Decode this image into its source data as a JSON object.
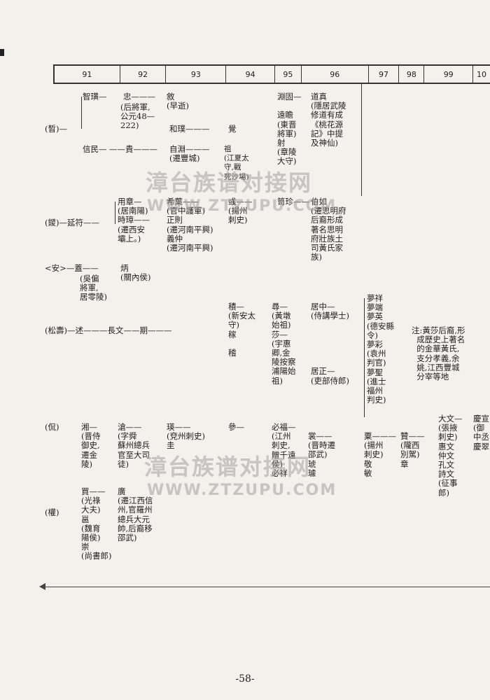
{
  "generations": [
    "91",
    "92",
    "93",
    "94",
    "95",
    "96",
    "97",
    "98",
    "99",
    "10"
  ],
  "texts": {
    "c1": "(晳)—",
    "c2": "智璜—",
    "c3": "信民—",
    "c4": "忠———",
    "c5": "(后將軍,\n公元48—\n222)",
    "c6": "——貴———",
    "c7": "敘\n(早逝)",
    "c8": "和璞———",
    "c9": "自淵———\n(遷豐城)",
    "c10": "覺",
    "c11": "祖\n(江夏太\n守,戰\n死沙場)",
    "c12": "淵固—\n\n遠瞻\n(東晋\n將軍)\n射\n(章陵\n大守)",
    "c13": "道真\n(隱居武陵\n修道有成\n《桃花源\n記》中提\n及神仙)",
    "d1": "(鑁)—延符——",
    "d2": "用章—\n(居南陽)\n時璋——\n(遷西安\n壩上。)",
    "d3": "希葉——\n(官中護軍)\n正則\n(遷河南平興)\n義仲\n(遷河南平興)",
    "d4": "彧——\n(揚州\n刺史)",
    "d5": "笥珍——",
    "d6": "伯如\n(遷思明府\n后裔形成\n著名思明\n府壯族土\n司黃氏家\n族)",
    "e1": "<安>—蓋——",
    "e2": "(吳偏\n將軍,\n居零陵)",
    "e3": "炳\n(關內侯)",
    "f1": "(松壽)—述———長文——期———",
    "f2": "積—\n(新安太\n守)\n稼\n\n稽",
    "f3": "尋—\n(黃墩\n始祖)\n莎—\n(宇惠\n卿,金\n陵按察\n浦陽始\n祖)",
    "f4": "居中—\n(侍講學士)\n\n\n\n\n\n居正—\n(吏部侍郎)",
    "f5": "夢祥\n夢端\n夢英\n(德安縣\n令)\n夢彩\n(袁州\n判官)\n夢聖\n(進士\n福州\n判史)",
    "f6": "注:黃莎后裔,形\n  成歷史上著名\n  的金華黃氏,\n  支分孝義,余\n  姚,江西豐城\n  分宰等地",
    "g1": "(侃)",
    "g2": "湘—\n(晋侍\n御史,\n遷金\n陵)",
    "g3": "滄——\n(字舜\n蘇州總兵\n官至大司\n徒)",
    "g4": "瑛——\n(兗州刺史)\n圭",
    "g5": "參—",
    "g6": "必福—\n(江州\n刺史,\n贈千遠\n侯)\n必祥",
    "g7": "裳——\n(晋時遷\n邵武)\n琥\n璩",
    "g8": "粟———\n(揚州\n刺史)\n敬\n敏",
    "g9": "贊——\n(隴西\n別駕)\n章",
    "g10": "大文—\n(張掖\n刺史)\n惠文\n仲文\n孔文\n詩文\n(征事\n郎)",
    "g11": "慶宣\n(御\n中丞\n慶翠",
    "h1": "(權)",
    "h2": "買——\n(光祿\n大夫)\n邕\n(魏育\n陽侯)\n崇\n(尚書郎)",
    "h3": "廣\n(遷江西信\n州,官羅州\n總兵大元\n帥,后裔移\n邵武)"
  },
  "watermark": {
    "cn": "漳台族谱对接网",
    "en": "WWW.ZTZUPU.COM"
  },
  "page_number": "-58-"
}
